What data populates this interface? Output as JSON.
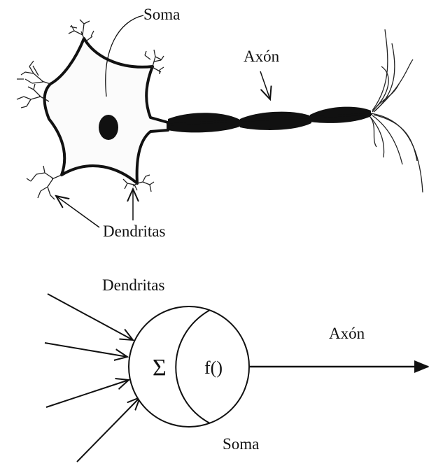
{
  "biological_neuron": {
    "labels": {
      "soma": "Soma",
      "axon": "Axón",
      "dendrites": "Dendritas"
    }
  },
  "artificial_neuron": {
    "labels": {
      "dendrites": "Dendritas",
      "axon": "Axón",
      "soma": "Soma",
      "sum_symbol": "Σ",
      "activation": "f()"
    },
    "input_count": 4
  },
  "colors": {
    "ink": "#111111",
    "background": "#ffffff",
    "cell_fill": "#fbfbfb"
  }
}
